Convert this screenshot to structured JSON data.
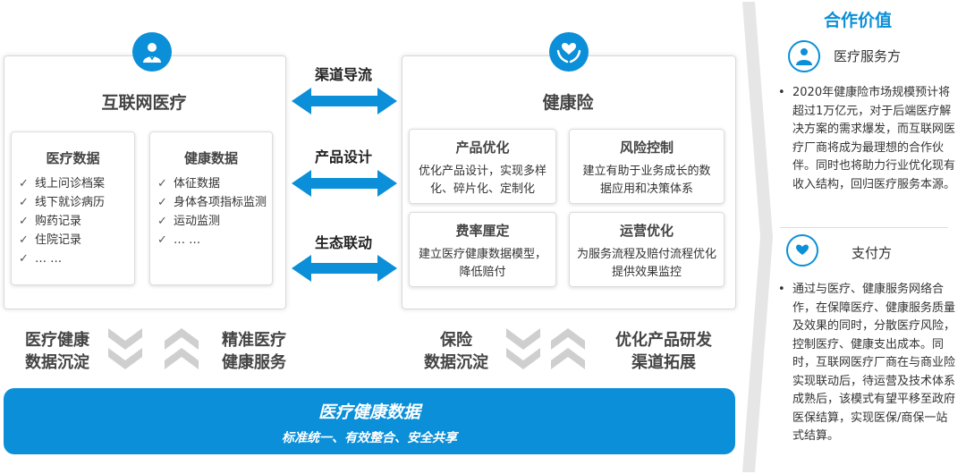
{
  "left_panel": {
    "title": "互联网医疗",
    "icon": "doctor-icon",
    "medical_data": {
      "title": "医疗数据",
      "items": [
        "线上问诊档案",
        "线下就诊病历",
        "购药记录",
        "住院记录",
        "… …"
      ]
    },
    "health_data": {
      "title": "健康数据",
      "items": [
        "体征数据",
        "身体各项指标监测",
        "运动监测",
        "… …"
      ]
    }
  },
  "right_panel": {
    "title": "健康险",
    "icon": "heart-hands-icon",
    "cards": [
      {
        "title": "产品优化",
        "text": "优化产品设计，实现多样化、碎片化、定制化"
      },
      {
        "title": "风险控制",
        "text": "建立有助于业务成长的数据应用和决策体系"
      },
      {
        "title": "费率厘定",
        "text": "建立医疗健康数据模型，降低赔付"
      },
      {
        "title": "运营优化",
        "text": "为服务流程及赔付流程优化提供效果监控"
      }
    ]
  },
  "arrows": [
    {
      "label": "渠道导流"
    },
    {
      "label": "产品设计"
    },
    {
      "label": "生态联动"
    }
  ],
  "bottom_labels": [
    {
      "line1": "医疗健康",
      "line2": "数据沉淀"
    },
    {
      "line1": "精准医疗",
      "line2": "健康服务"
    },
    {
      "line1": "保险",
      "line2": "数据沉淀"
    },
    {
      "line1": "优化产品研发",
      "line2": "渠道拓展"
    }
  ],
  "bottom_bar": {
    "title": "医疗健康数据",
    "subtitle": "标准统一、有效整合、安全共享"
  },
  "sidebar": {
    "title": "合作价值",
    "sections": [
      {
        "title": "医疗服务方",
        "icon": "doctor-icon",
        "text": "2020年健康险市场规模预计将超过1万亿元，对于后端医疗解决方案的需求爆发，而互联网医疗厂商将成为最理想的合作伙伴。同时也将助力行业优化现有收入结构，回归医疗服务本源。"
      },
      {
        "title": "支付方",
        "icon": "heart-hands-icon",
        "text": "通过与医疗、健康服务网络合作，在保障医疗、健康服务质量及效果的同时，分散医疗风险，控制医疗、健康支出成本。同时，互联网医疗厂商在与商业险实现联动后，待运营及技术体系成熟后，该模式有望平移至政府医保结算，实现医保/商保一站式结算。"
      }
    ]
  },
  "colors": {
    "accent": "#0a8fd8",
    "bar": "#0a8fd8",
    "chevron": "#cfcfcf",
    "side_arrow": "#e6e6e6"
  }
}
